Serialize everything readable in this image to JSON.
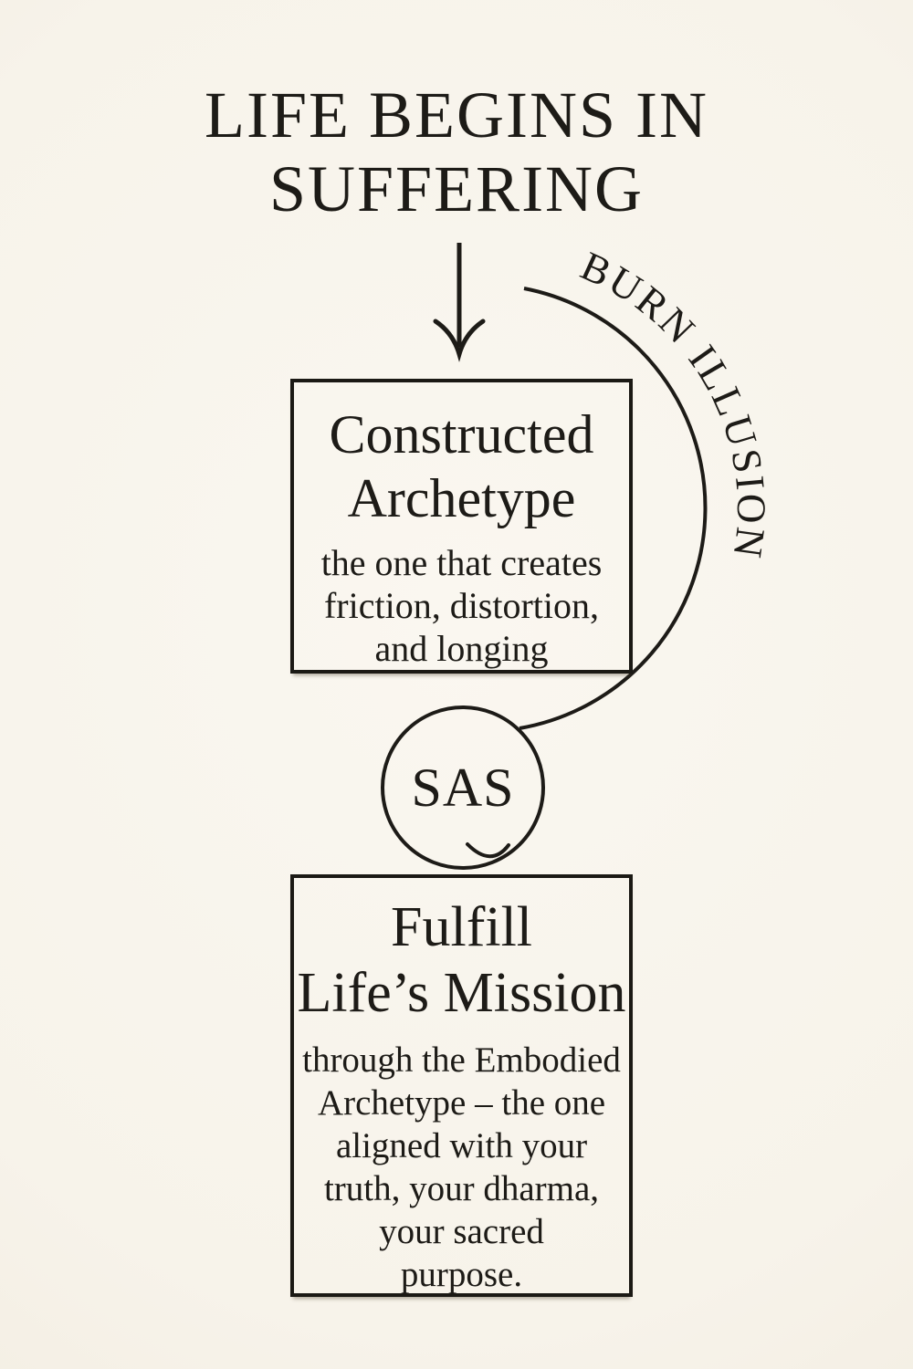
{
  "colors": {
    "background": "#f7f3ea",
    "ink": "#1d1b17"
  },
  "title": {
    "lines": [
      "LIFE BEGINS IN",
      "SUFFERING"
    ]
  },
  "connectors": {
    "curve_label": "BURN ILLUSION",
    "down_arrow": "arrow pointing from title to constructed-archetype box"
  },
  "sas": {
    "label": "SAS"
  },
  "box_constructed": {
    "heading_lines": [
      "Constructed",
      "Archetype"
    ],
    "body_lines": [
      "the one that creates",
      "friction, distortion,",
      "and longing"
    ]
  },
  "box_fulfill": {
    "heading_lines": [
      "Fulfill",
      "Life’s Mission"
    ],
    "body_lines": [
      "through the Embodied",
      "Archetype – the one",
      "aligned with your",
      "truth, your dharma,",
      "your sacred",
      "purpose."
    ]
  }
}
